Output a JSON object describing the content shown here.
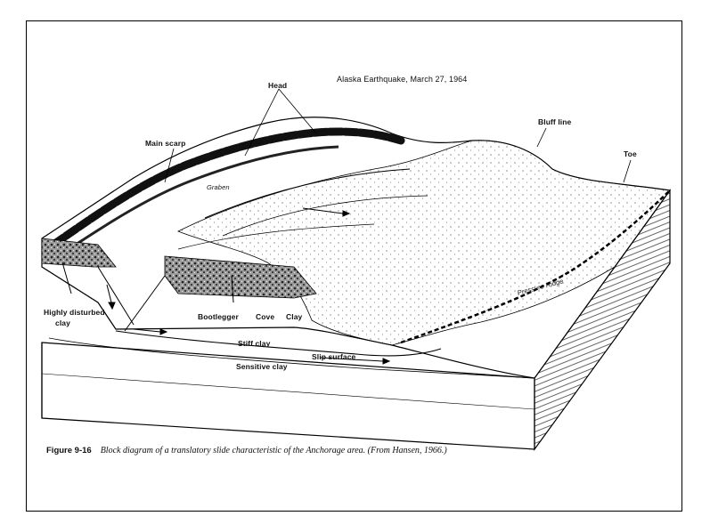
{
  "diagram": {
    "title": "Alaska Earthquake, March 27, 1964",
    "labels": {
      "head": "Head",
      "main_scarp": "Main scarp",
      "graben": "Graben",
      "bluff_line": "Bluff line",
      "toe": "Toe",
      "pressure_ridge": "Pressure Ridge",
      "highly_disturbed_clay_1": "Highly disturbed",
      "highly_disturbed_clay_2": "clay",
      "bootlegger": "Bootlegger",
      "cove": "Cove",
      "clay": "Clay",
      "stiff_clay": "Stiff clay",
      "slip_surface": "Slip surface",
      "sensitive_clay": "Sensitive clay"
    }
  },
  "caption": {
    "figure_number": "Figure 9-16",
    "text": "Block diagram of a translatory slide characteristic of the Anchorage area. (From Hansen, 1966.)"
  }
}
